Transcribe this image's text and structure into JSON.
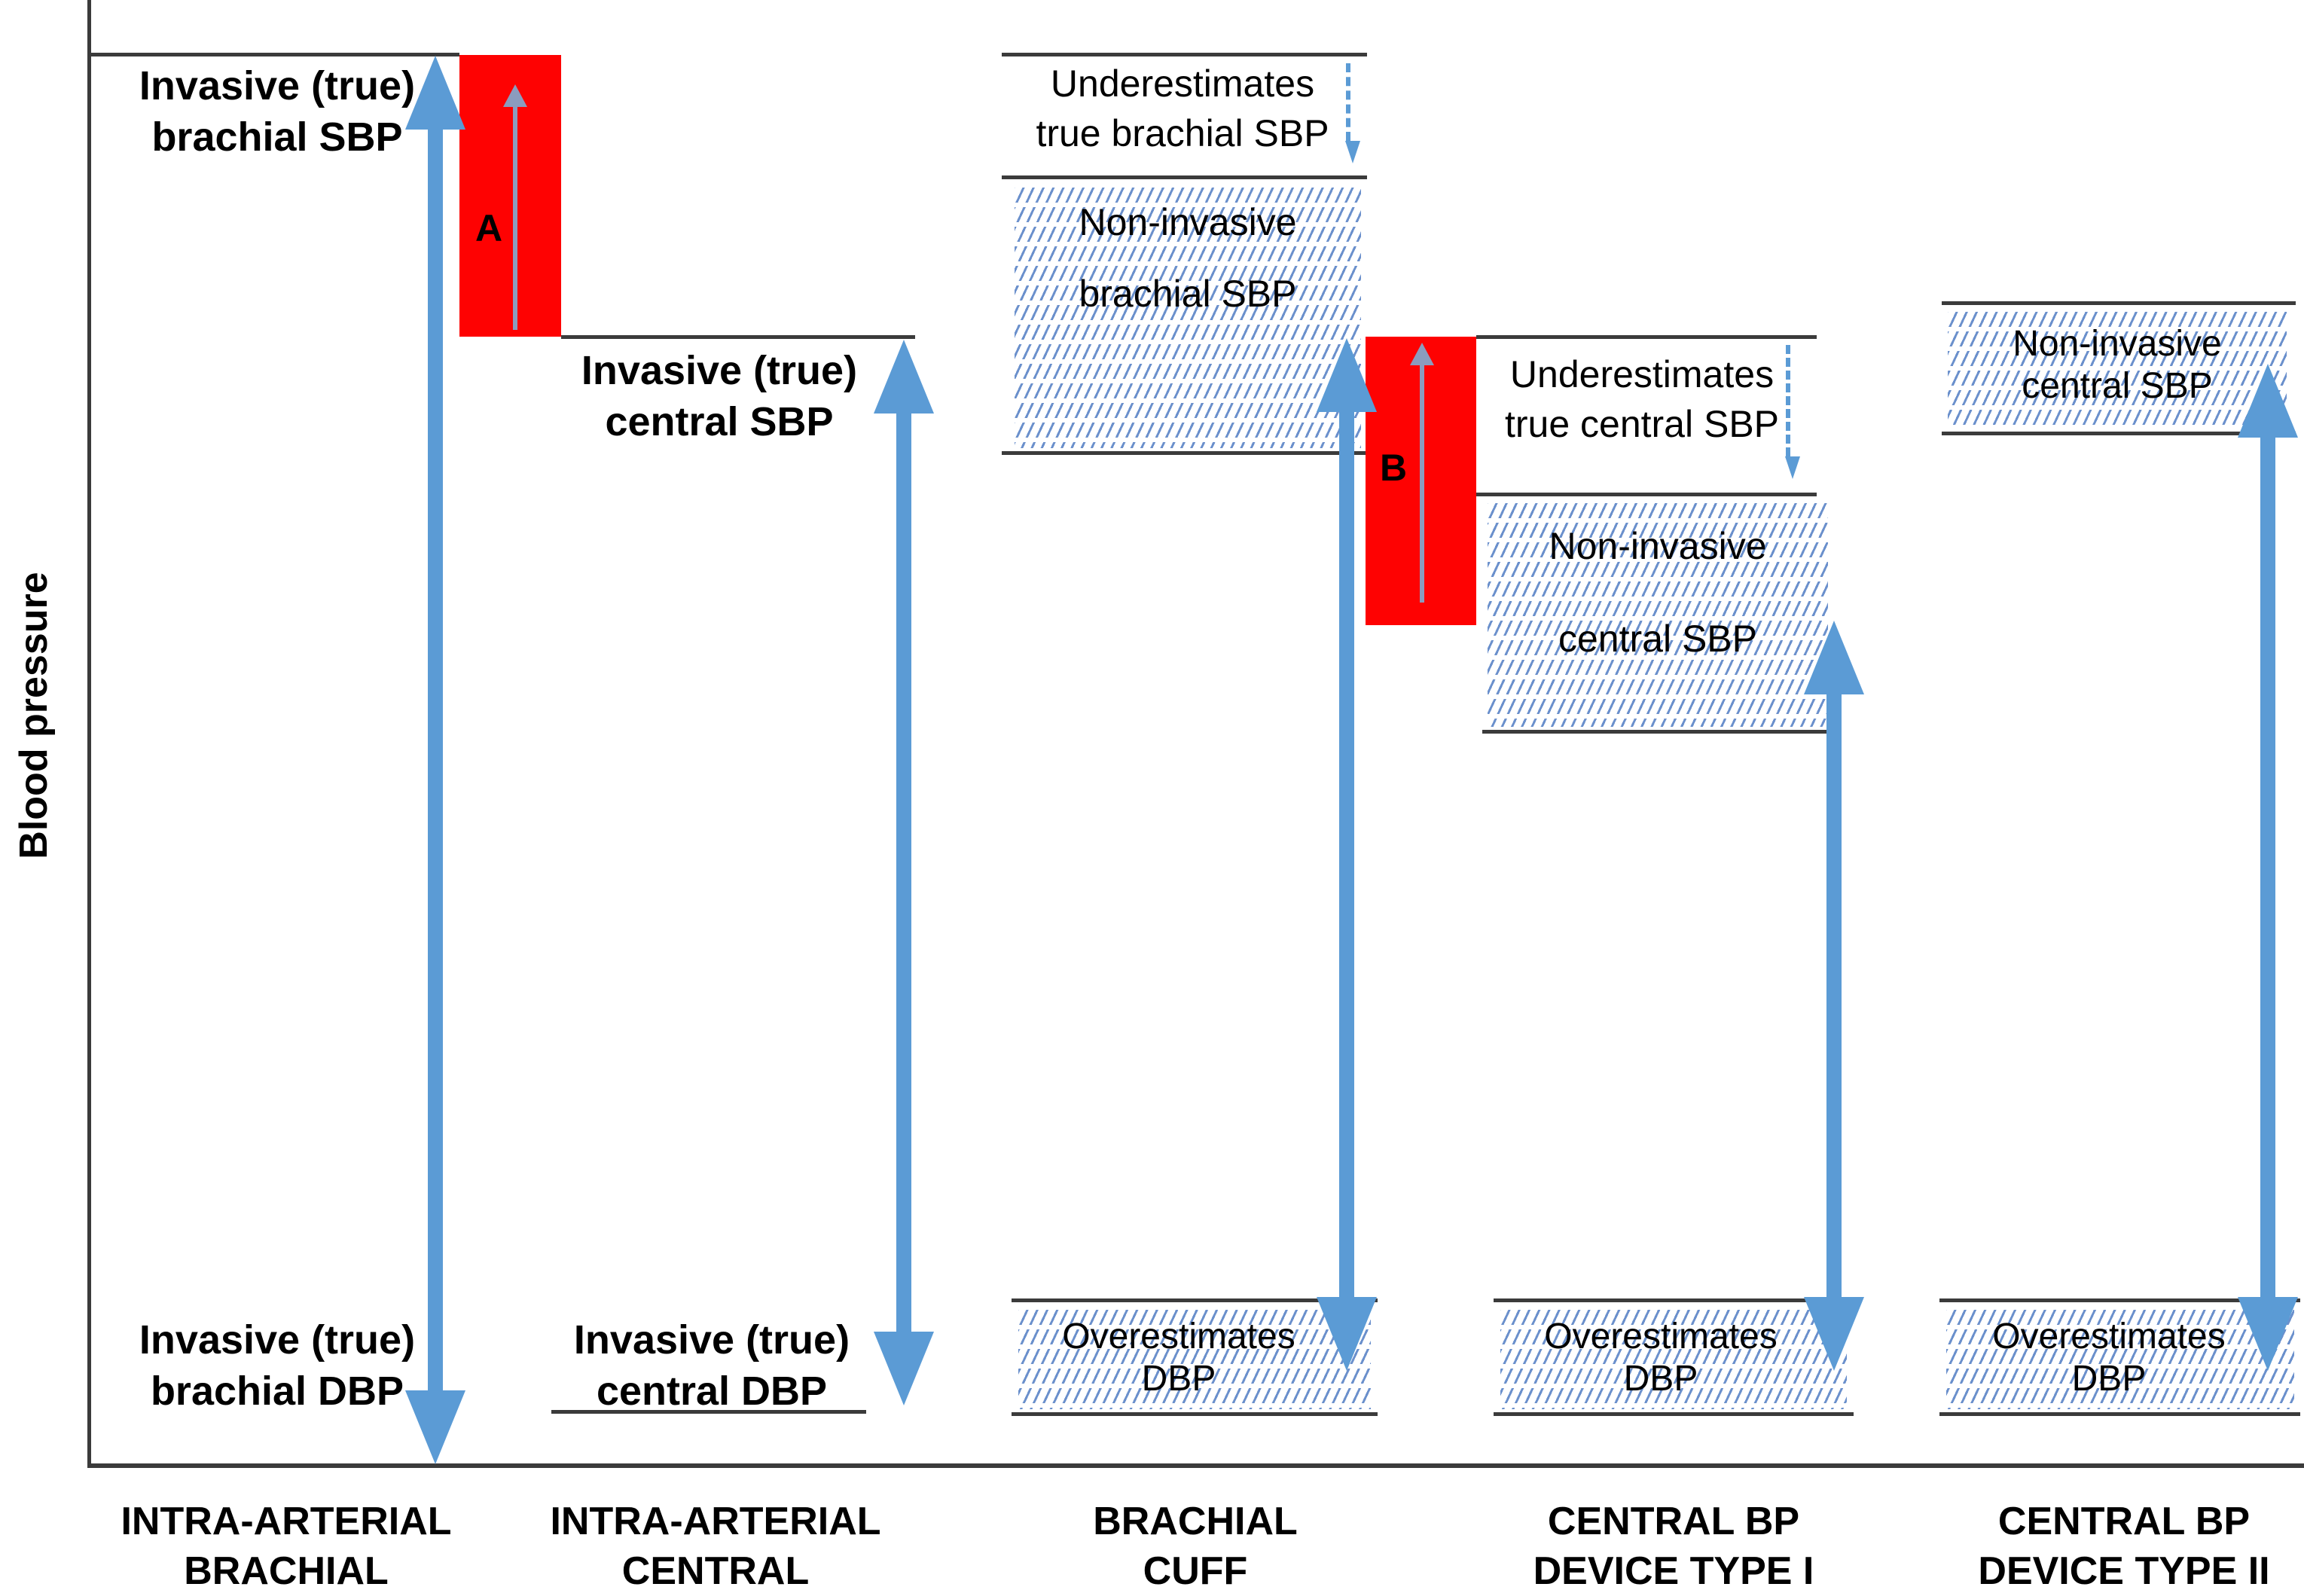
{
  "y_axis_label": "Blood pressure",
  "annotations": {
    "invasive_brachial_sbp": {
      "line1": "Invasive (true)",
      "line2": "brachial SBP"
    },
    "invasive_central_sbp": {
      "line1": "Invasive (true)",
      "line2": "central SBP"
    },
    "invasive_brachial_dbp": {
      "line1": "Invasive (true)",
      "line2": "brachial DBP"
    },
    "invasive_central_dbp": {
      "line1": "Invasive (true)",
      "line2": "central DBP"
    },
    "underestimates_brachial_sbp": {
      "line1": "Underestimates",
      "line2": "true brachial SBP"
    },
    "underestimates_central_sbp": {
      "line1": "Underestimates",
      "line2": "true central SBP"
    },
    "noninvasive_brachial_sbp": {
      "line1": "Non-invasive",
      "line2": "brachial SBP"
    },
    "noninvasive_central_sbp_type1": {
      "line1": "Non-invasive",
      "line2": "central SBP"
    },
    "noninvasive_central_sbp_type2": {
      "line1": "Non-invasive",
      "line2": "central SBP"
    },
    "overestimates_dbp_cuff": {
      "line1": "Overestimates",
      "line2": "DBP"
    },
    "overestimates_dbp_type1": {
      "line1": "Overestimates",
      "line2": "DBP"
    },
    "overestimates_dbp_type2": {
      "line1": "Overestimates",
      "line2": "DBP"
    },
    "error_region_a": "A",
    "error_region_b": "B"
  },
  "x_axis_categories": [
    {
      "line1": "INTRA-ARTERIAL",
      "line2": "BRACHIAL"
    },
    {
      "line1": "INTRA-ARTERIAL",
      "line2": "CENTRAL"
    },
    {
      "line1": "BRACHIAL",
      "line2": "CUFF"
    },
    {
      "line1": "CENTRAL BP",
      "line2": "DEVICE TYPE I"
    },
    {
      "line1": "CENTRAL BP",
      "line2": "DEVICE TYPE II"
    }
  ],
  "colors": {
    "arrow_blue": "#5b9bd5",
    "hatch_blue": "#4171be",
    "highlight_red": "#fe0202",
    "axis_line": "#3b3b3b",
    "red_box_inner_arrow": "#8b9cbe"
  }
}
